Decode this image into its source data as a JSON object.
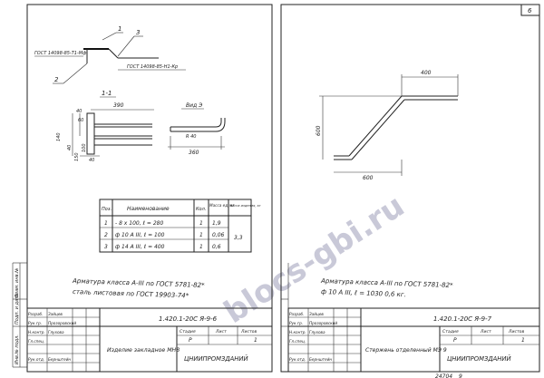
{
  "page": {
    "number": "6"
  },
  "watermark": "blocs-gbi.ru",
  "left": {
    "callouts": [
      "1",
      "3"
    ],
    "callout_2": "2",
    "gost_label_1": "ГОСТ 14098-85-Т1-Мф",
    "gost_label_2": "ГОСТ 14098-85-Н1-Кр",
    "section_label": "1-1",
    "view_label": "Вид Э",
    "dims": {
      "d390": "390",
      "d40": "40",
      "d60": "60",
      "d140": "140",
      "d40b": "40",
      "d100": "100",
      "d150": "150",
      "d40c": "40",
      "r40": "R 40",
      "d360": "360"
    },
    "table": {
      "headers": [
        "Поз.",
        "Наименование",
        "Кол.",
        "Масса ед, кг",
        "Масса изделия, кг"
      ],
      "rows": [
        [
          "1",
          "- 8 х 100, ℓ = 280",
          "1",
          "1,9",
          ""
        ],
        [
          "2",
          "ф 10 А III, ℓ = 100",
          "1",
          "0,06",
          "3,3"
        ],
        [
          "3",
          "ф 14 А III, ℓ = 400",
          "1",
          "0,6",
          ""
        ]
      ]
    },
    "notes": [
      "Арматура класса А-III по ГОСТ 5781-82*",
      "сталь листовая по ГОСТ 19903-74*"
    ],
    "stamp": {
      "code": "1.420.1-20С Я-9-6",
      "title": "Изделие закладное МН8",
      "stage": "Р",
      "sheet": "1",
      "org": "ЦНИИПРОМЗДАНИЙ",
      "headers": [
        "Стадия",
        "Лист",
        "Листов"
      ],
      "roles": [
        "Разраб.",
        "Рук.гр.",
        "Н.контр.",
        "Гл.спец.",
        "Рук.отд."
      ],
      "names": [
        "Зайцев",
        "Прозоровский",
        "Глухова",
        "",
        "Бернштейн"
      ]
    }
  },
  "right": {
    "dims": {
      "d400": "400",
      "d600": "600",
      "d600b": "600"
    },
    "notes": [
      "Арматура класса А-III по ГОСТ 5781-82*",
      "ф 10 А III, ℓ = 1030  0,6 кг."
    ],
    "stamp": {
      "code": "1.420.1-20С Я-9-7",
      "title": "Стержень отделенный МЭ 9",
      "stage": "Р",
      "sheet": "1",
      "org": "ЦНИИПРОМЗДАНИЙ",
      "headers": [
        "Стадия",
        "Лист",
        "Листов"
      ],
      "roles": [
        "Разраб.",
        "Рук.гр.",
        "Н.контр.",
        "Гл.спец.",
        "Рук.отд."
      ],
      "names": [
        "Зайцев",
        "Прозоровский",
        "Глухова",
        "",
        "Бернштейн"
      ]
    },
    "bottom_code": "24704",
    "bottom_num": "9"
  },
  "side_stamps": [
    "Инв.№ подл.",
    "Подп. и дата",
    "Взам. инв.№"
  ]
}
